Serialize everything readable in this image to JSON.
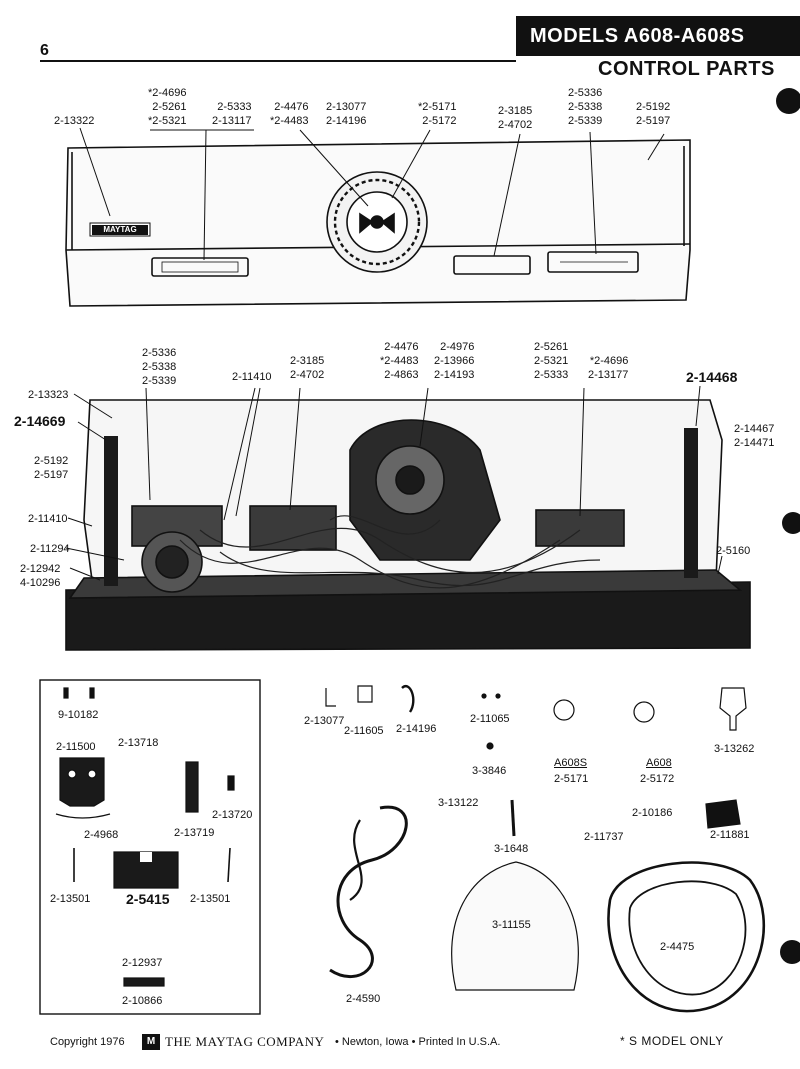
{
  "header": {
    "page_number": "6",
    "models": "MODELS  A608-A608S",
    "section": "CONTROL PARTS"
  },
  "panel_labels": {
    "p13322": "2-13322",
    "col_a": [
      "*2-4696",
      "2-5261",
      "*2-5321"
    ],
    "col_b": [
      "2-5333",
      "2-13117"
    ],
    "col_c": [
      "2-4476",
      "*2-4483"
    ],
    "col_d": [
      "2-13077",
      "2-14196"
    ],
    "col_e": [
      "*2-5171",
      "2-5172"
    ],
    "col_f": [
      "2-3185",
      "2-4702"
    ],
    "col_g": [
      "2-5336",
      "2-5338",
      "2-5339"
    ],
    "col_h": [
      "2-5192",
      "2-5197"
    ],
    "brand": "MAYTAG"
  },
  "inside_labels": {
    "left_top": [
      "2-5336",
      "2-5338",
      "2-5339"
    ],
    "p11410_top": "2-11410",
    "p3185": [
      "2-3185",
      "2-4702"
    ],
    "timer_a": [
      "2-4476",
      "*2-4483",
      "2-4863"
    ],
    "timer_b": [
      "2-4976",
      "2-13966",
      "2-14193"
    ],
    "right_a": [
      "2-5261",
      "2-5321",
      "2-5333"
    ],
    "right_b": [
      "*2-4696",
      "2-13177"
    ],
    "p14468": "2-14468",
    "p13323": "2-13323",
    "p14669": "2-14669",
    "left_side": [
      "2-5192",
      "2-5197"
    ],
    "p11410_side": "2-11410",
    "p11294": "2-11294",
    "p12942": [
      "2-12942",
      "4-10296"
    ],
    "right_side": [
      "2-14467",
      "2-14471"
    ],
    "p5160": "2-5160"
  },
  "parts_box": {
    "p10182": "9-10182",
    "p11500": "2-11500",
    "p13718": "2-13718",
    "p13720": "2-13720",
    "p4968": "2-4968",
    "p13719": "2-13719",
    "p13501a": "2-13501",
    "p5415": "2-5415",
    "p13501b": "2-13501",
    "p12937": "2-12937",
    "p10866": "2-10866"
  },
  "loose_parts": {
    "p13077": "2-13077",
    "p11605": "2-11605",
    "p14196": "2-14196",
    "p11065": "2-11065",
    "p3846": "3-3846",
    "model_a608s": "A608S",
    "p5171": "2-5171",
    "model_a608": "A608",
    "p5172": "2-5172",
    "p13262": "3-13262",
    "p13122": "3-13122",
    "p10186": "2-10186",
    "p11881": "2-11881",
    "p1648": "3-1648",
    "p11737": "2-11737",
    "p11155": "3-11155",
    "p4475": "2-4475",
    "p4590": "2-4590"
  },
  "footer": {
    "copyright": "Copyright 1976",
    "company": "THE MAYTAG COMPANY",
    "location": "• Newton, Iowa • Printed In U.S.A.",
    "note": "* S MODEL  ONLY"
  }
}
